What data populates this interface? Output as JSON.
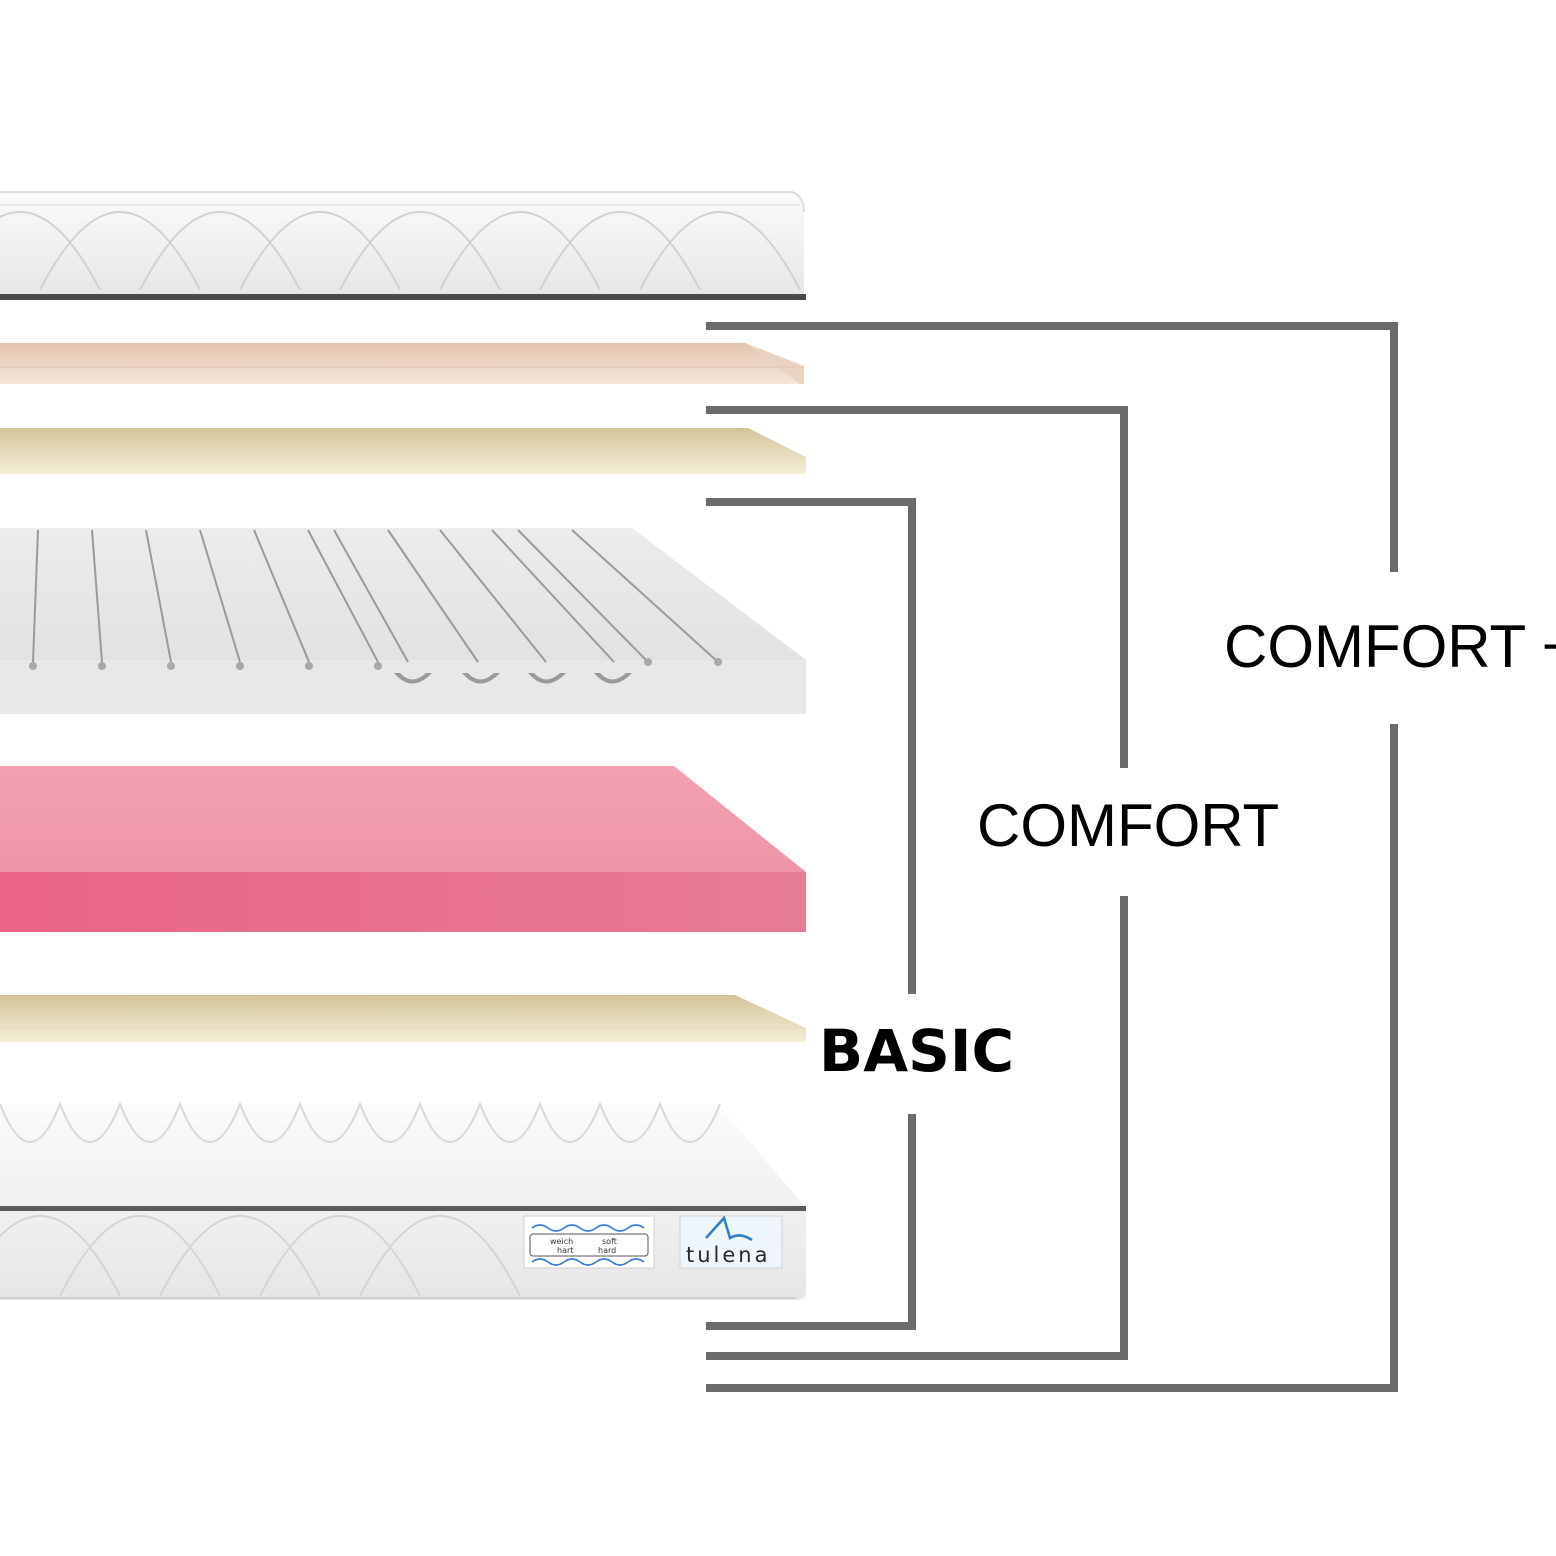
{
  "labels": {
    "basic": "BASIC",
    "comfort": "COMFORT",
    "comfort_plus": "COMFORT +"
  },
  "hardness_tag": {
    "left_top": "weich",
    "left_bottom": "hart",
    "right_top": "soft",
    "right_bottom": "hard"
  },
  "brand": "tulena",
  "colors": {
    "bracket": "#6b6b6b",
    "cover": "#f2f2f2",
    "latex": "#f0d9c6",
    "cream": "#ece3c2",
    "core": "#e4e4e4",
    "pink": "#ee8aa0"
  }
}
